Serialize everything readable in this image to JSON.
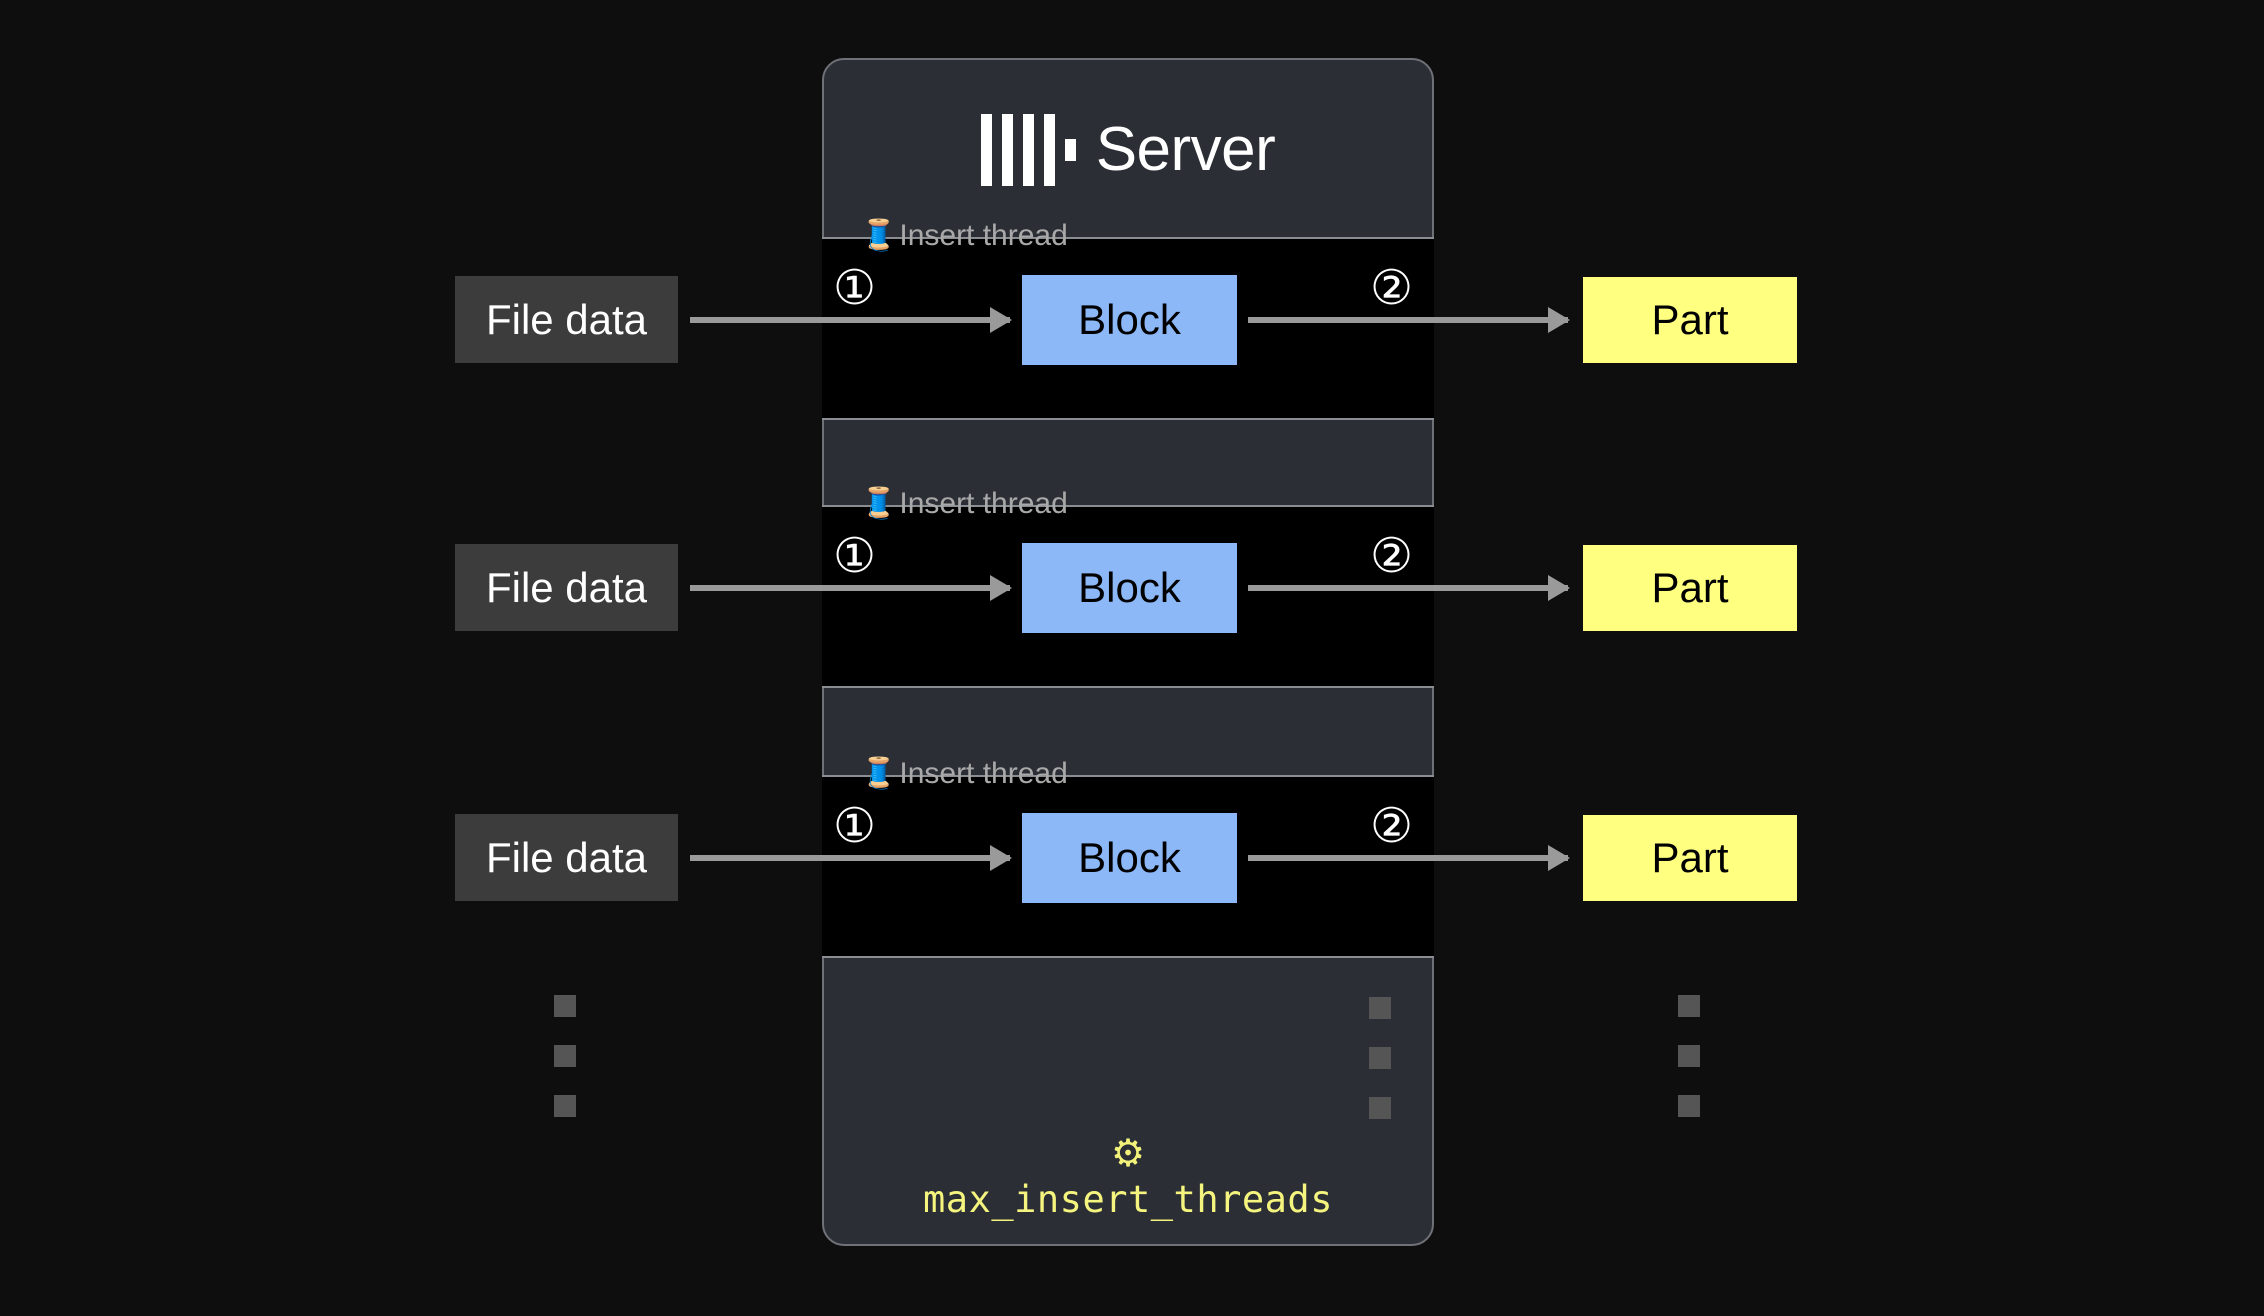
{
  "page": {
    "background_color": "#0e0e0e"
  },
  "server": {
    "title": "Server",
    "logo_icon": "clickhouse-logo-icon",
    "panel_color": "#2b2e35",
    "border_color": "#6e7177"
  },
  "threads": [
    {
      "label": "Insert thread",
      "spool_icon": "🧵",
      "input": {
        "label": "File data",
        "color": "#3c3c3c",
        "text_color": "#ffffff"
      },
      "block": {
        "label": "Block",
        "color": "#8cb8f8",
        "text_color": "#000000"
      },
      "output": {
        "label": "Part",
        "color": "#ffff80",
        "text_color": "#000000"
      },
      "step_in": "①",
      "step_out": "②"
    },
    {
      "label": "Insert thread",
      "spool_icon": "🧵",
      "input": {
        "label": "File data",
        "color": "#3c3c3c",
        "text_color": "#ffffff"
      },
      "block": {
        "label": "Block",
        "color": "#8cb8f8",
        "text_color": "#000000"
      },
      "output": {
        "label": "Part",
        "color": "#ffff80",
        "text_color": "#000000"
      },
      "step_in": "①",
      "step_out": "②"
    },
    {
      "label": "Insert thread",
      "spool_icon": "🧵",
      "input": {
        "label": "File data",
        "color": "#3c3c3c",
        "text_color": "#ffffff"
      },
      "block": {
        "label": "Block",
        "color": "#8cb8f8",
        "text_color": "#000000"
      },
      "output": {
        "label": "Part",
        "color": "#ffff80",
        "text_color": "#000000"
      },
      "step_in": "①",
      "step_out": "②"
    }
  ],
  "continuation": {
    "dot_color": "#555555",
    "dot_count": 3
  },
  "setting": {
    "gear_icon": "⚙",
    "name": "max_insert_threads",
    "color": "#f4f47e"
  }
}
